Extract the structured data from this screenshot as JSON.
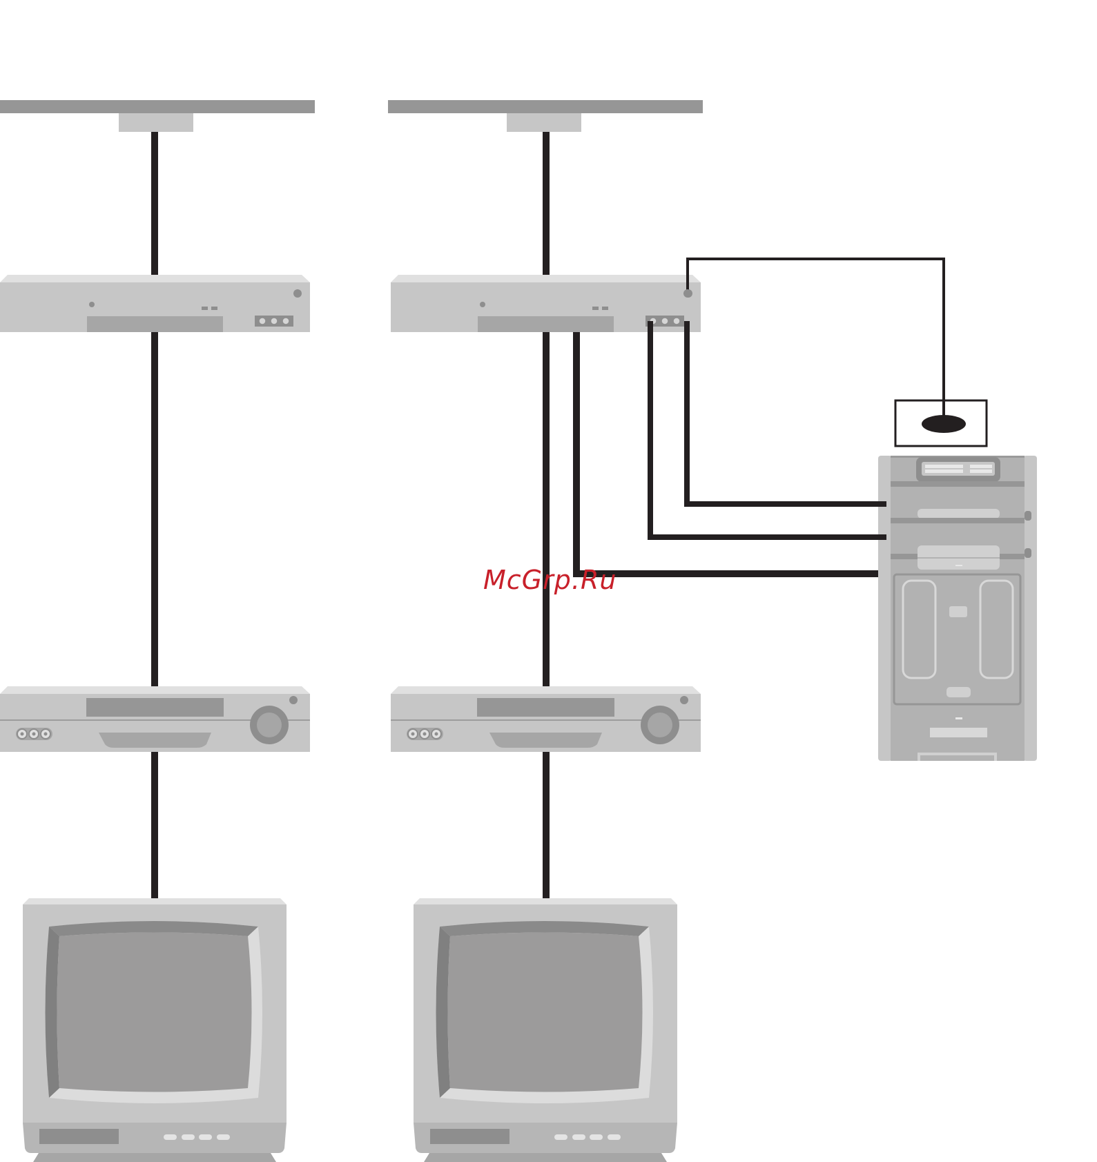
{
  "watermark": {
    "text": "McGrp.Ru",
    "color": "#c8202a"
  },
  "colors": {
    "cable": "#231f20",
    "device_light": "#c6c6c6",
    "device_top": "#e0e0e0",
    "device_mid": "#a6a6a6",
    "device_dark": "#8e8e8e",
    "screen": "#9c9b9b",
    "antenna_bar": "#969696"
  },
  "nodes": [
    {
      "id": "antenna-1",
      "kind": "antenna"
    },
    {
      "id": "antenna-2",
      "kind": "antenna"
    },
    {
      "id": "receiver-1",
      "kind": "set-top-box"
    },
    {
      "id": "receiver-2",
      "kind": "set-top-box"
    },
    {
      "id": "vcr-1",
      "kind": "vcr"
    },
    {
      "id": "vcr-2",
      "kind": "vcr"
    },
    {
      "id": "tv-1",
      "kind": "crt-tv"
    },
    {
      "id": "tv-2",
      "kind": "crt-tv"
    },
    {
      "id": "computer",
      "kind": "pc-tower"
    },
    {
      "id": "ir-sensor",
      "kind": "ir-receiver"
    }
  ],
  "edges": [
    {
      "from": "antenna-1",
      "to": "receiver-1"
    },
    {
      "from": "receiver-1",
      "to": "vcr-1"
    },
    {
      "from": "vcr-1",
      "to": "tv-1"
    },
    {
      "from": "antenna-2",
      "to": "receiver-2"
    },
    {
      "from": "receiver-2",
      "to": "vcr-2"
    },
    {
      "from": "vcr-2",
      "to": "tv-2"
    },
    {
      "from": "receiver-2",
      "to": "computer"
    },
    {
      "from": "receiver-2",
      "to": "computer"
    },
    {
      "from": "receiver-2",
      "to": "computer"
    },
    {
      "from": "receiver-2",
      "to": "ir-sensor"
    }
  ]
}
